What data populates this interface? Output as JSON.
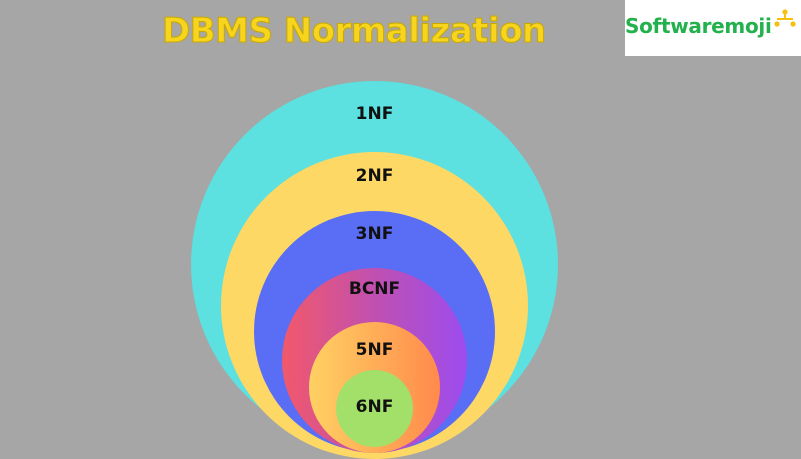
{
  "title": "DBMS Normalization",
  "brand": {
    "name": "Softwaremoji",
    "color": "#22b14c",
    "mark_color": "#f4c20d"
  },
  "levels": [
    {
      "label": "1NF",
      "color": "#5ce0e0"
    },
    {
      "label": "2NF",
      "color": "#fdd865"
    },
    {
      "label": "3NF",
      "color": "#5a6df5"
    },
    {
      "label": "BCNF",
      "gradient": [
        "#f2586a",
        "#9c4cf0"
      ]
    },
    {
      "label": "5NF",
      "gradient": [
        "#ffd163",
        "#ff8a4c"
      ]
    },
    {
      "label": "6NF",
      "color": "#a2e06a"
    }
  ]
}
